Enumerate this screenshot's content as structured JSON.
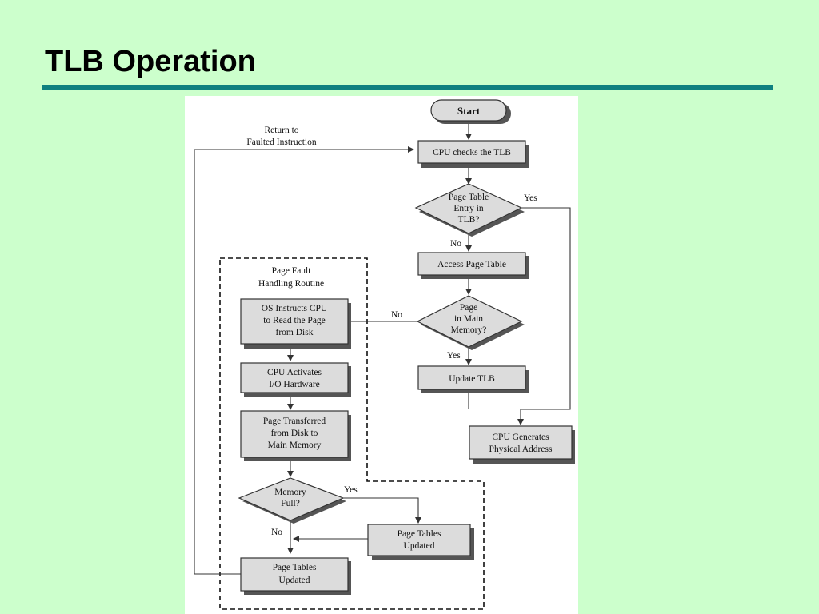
{
  "title": "TLB Operation",
  "colors": {
    "background": "#ccffcc",
    "rule": "#0f8080",
    "node_fill": "#dcdcdc"
  },
  "nodes": {
    "start": [
      "Start"
    ],
    "cpu_checks_tlb": [
      "CPU checks the TLB"
    ],
    "pte_in_tlb": [
      "Page Table",
      "Entry in",
      "TLB?"
    ],
    "access_page_table": [
      "Access Page Table"
    ],
    "page_in_main_memory": [
      "Page",
      "in Main",
      "Memory?"
    ],
    "update_tlb": [
      "Update TLB"
    ],
    "cpu_generates_address": [
      "CPU Generates",
      "Physical Address"
    ],
    "os_instructs_cpu": [
      "OS Instructs CPU",
      "to Read the Page",
      "from Disk"
    ],
    "cpu_activates_io": [
      "CPU Activates",
      "I/O Hardware"
    ],
    "page_transferred": [
      "Page Transferred",
      "from Disk to",
      "Main Memory"
    ],
    "memory_full": [
      "Memory",
      "Full?"
    ],
    "page_tables_updated_right": [
      "Page Tables",
      "Updated"
    ],
    "page_tables_updated_bottom": [
      "Page Tables",
      "Updated"
    ]
  },
  "labels": {
    "return_to": [
      "Return to",
      "Faulted Instruction"
    ],
    "page_fault_routine": [
      "Page Fault",
      "Handling Routine"
    ],
    "yes_tlb": "Yes",
    "no_tlb": "No",
    "no_memory": "No",
    "yes_memory": "Yes",
    "yes_full": "Yes",
    "no_full": "No"
  }
}
